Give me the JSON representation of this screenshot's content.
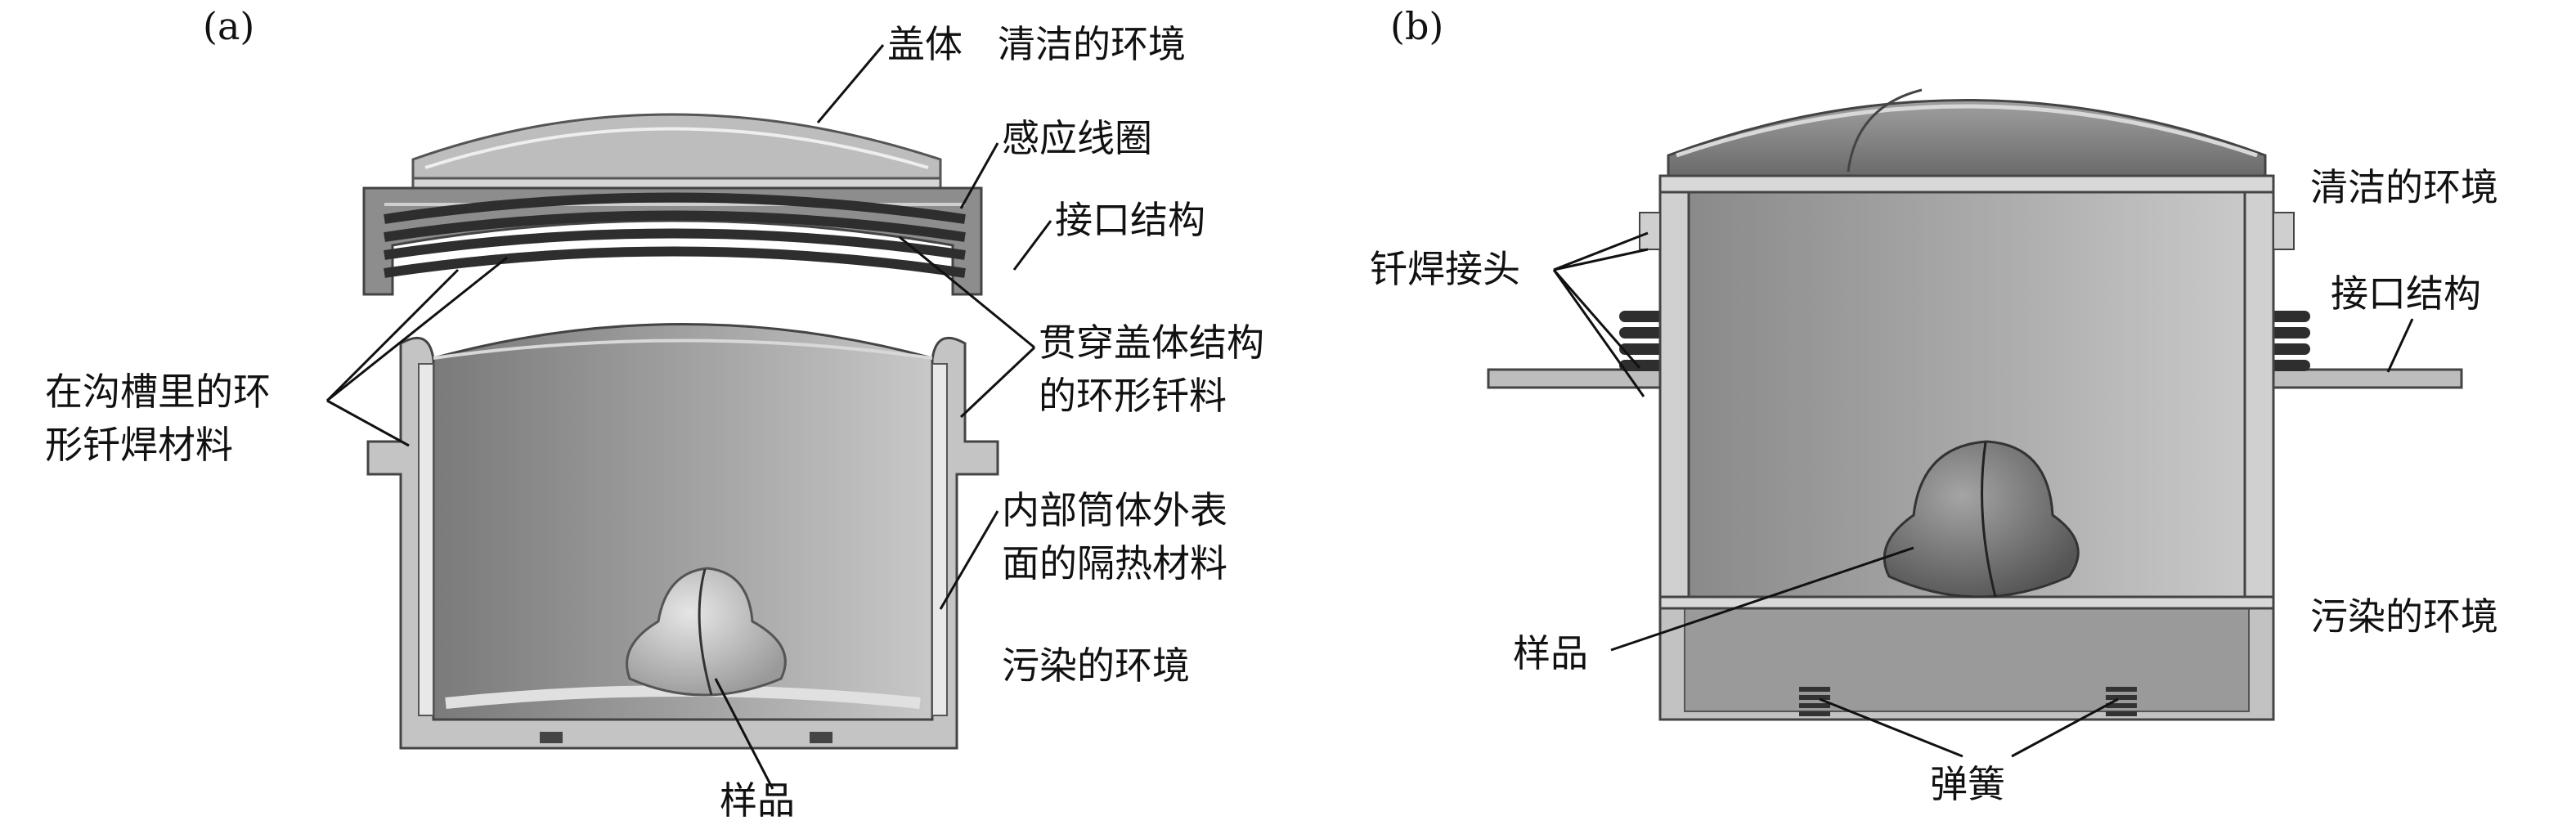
{
  "panel_a": {
    "tag": "(a)",
    "labels": {
      "lid": "盖体",
      "clean_env": "清洁的环境",
      "induction_coil": "感应线圈",
      "interface": "接口结构",
      "groove_braze_1": "在沟槽里的环",
      "groove_braze_2": "形钎焊材料",
      "ring_braze_1": "贯穿盖体结构",
      "ring_braze_2": "的环形钎料",
      "insulation_1": "内部筒体外表",
      "insulation_2": "面的隔热材料",
      "dirty_env": "污染的环境",
      "sample": "样品"
    }
  },
  "panel_b": {
    "tag": "(b)",
    "labels": {
      "clean_env": "清洁的环境",
      "braze_joint": "钎焊接头",
      "interface": "接口结构",
      "sample": "样品",
      "dirty_env": "污染的环境",
      "spring": "弹簧"
    }
  },
  "colors": {
    "metal_light": "#d9d9d9",
    "metal_mid": "#a6a6a6",
    "metal_dark": "#6f6f6f",
    "coil": "#3a3a3a",
    "text": "#111111"
  }
}
